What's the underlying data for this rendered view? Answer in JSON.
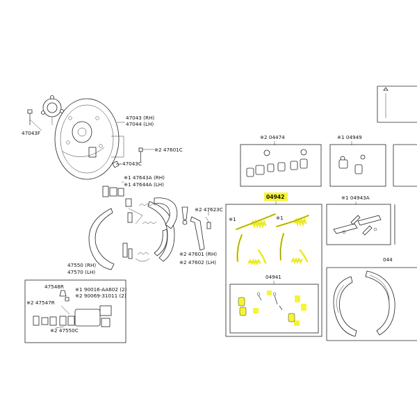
{
  "labels": {
    "p47043": "47043 (RH)",
    "p47044": "47044 (LH)",
    "p47043f": "47043F",
    "p47043c": "47043C",
    "p47601c": "※2 47601C",
    "p47643a": "※1 47643A (RH)",
    "p47644a": "※1 47644A (LH)",
    "p47623c": "※2 47623C",
    "p47601": "※2 47601 (RH)",
    "p47602": "※2 47602 (LH)",
    "p47550": "47550 (RH)",
    "p47570": "47570 (LH)",
    "p47548r": "47548R",
    "p90016": "※1 90016-AA602 (2)",
    "p90069": "※2 90069-31011 (2)",
    "p47547r": "※2 47547R",
    "p47550c": "※2 47550C",
    "p04474": "※2 04474",
    "p04949": "※1 04949",
    "p04942": "04942",
    "p04943a": "※1 04943A",
    "p04941": "04941",
    "p044_trunc": "044",
    "p04942_star1": "※1",
    "p04942_star2": "※1"
  },
  "colors": {
    "highlight": "#f2f200",
    "line": "#222222"
  }
}
